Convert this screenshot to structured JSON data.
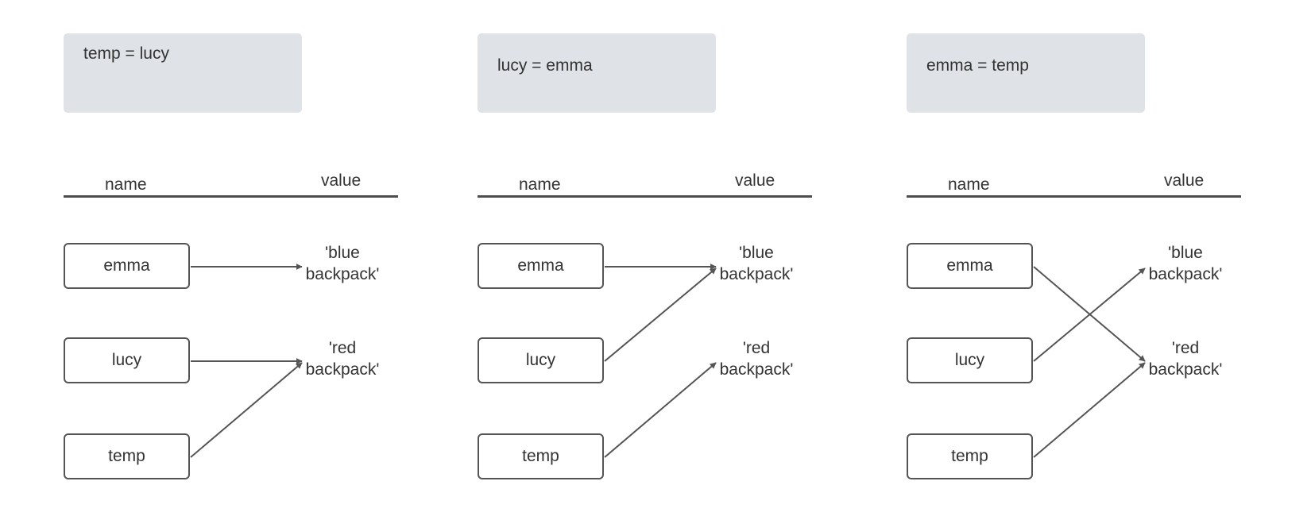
{
  "panels": [
    {
      "code": "temp = lucy",
      "headers": {
        "name": "name",
        "value": "value"
      },
      "names": [
        "emma",
        "lucy",
        "temp"
      ],
      "values": [
        {
          "line1": "'blue",
          "line2": "backpack'"
        },
        {
          "line1": "'red",
          "line2": "backpack'"
        }
      ],
      "arrows": [
        {
          "from": "emma",
          "to": "'blue backpack'"
        },
        {
          "from": "lucy",
          "to": "'red backpack'"
        },
        {
          "from": "temp",
          "to": "'red backpack'"
        }
      ]
    },
    {
      "code": "lucy = emma",
      "headers": {
        "name": "name",
        "value": "value"
      },
      "names": [
        "emma",
        "lucy",
        "temp"
      ],
      "values": [
        {
          "line1": "'blue",
          "line2": "backpack'"
        },
        {
          "line1": "'red",
          "line2": "backpack'"
        }
      ],
      "arrows": [
        {
          "from": "emma",
          "to": "'blue backpack'"
        },
        {
          "from": "lucy",
          "to": "'blue backpack'"
        },
        {
          "from": "temp",
          "to": "'red backpack'"
        }
      ]
    },
    {
      "code": "emma = temp",
      "headers": {
        "name": "name",
        "value": "value"
      },
      "names": [
        "emma",
        "lucy",
        "temp"
      ],
      "values": [
        {
          "line1": "'blue",
          "line2": "backpack'"
        },
        {
          "line1": "'red",
          "line2": "backpack'"
        }
      ],
      "arrows": [
        {
          "from": "emma",
          "to": "'red backpack'"
        },
        {
          "from": "lucy",
          "to": "'blue backpack'"
        },
        {
          "from": "temp",
          "to": "'red backpack'"
        }
      ]
    }
  ],
  "colors": {
    "code_box": "#dfe3e8",
    "line": "#555555",
    "text": "#333333"
  }
}
